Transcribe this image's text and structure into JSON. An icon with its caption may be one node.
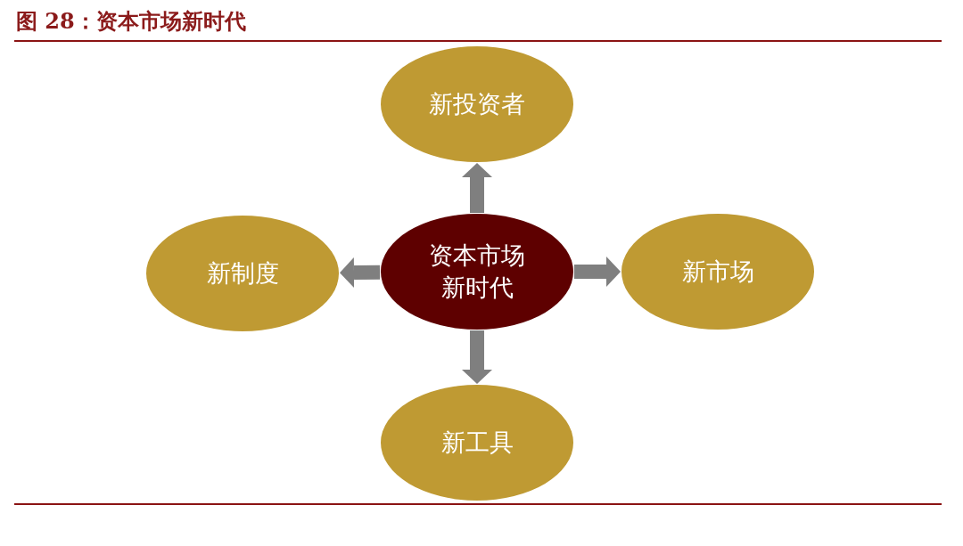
{
  "diagram": {
    "title": "图 28：资本市场新时代",
    "nodes": [
      {
        "text": [
          "新投资者"
        ]
      },
      {
        "text": [
          "新制度"
        ]
      },
      {
        "text": [
          "资本市场新时代"
        ]
      },
      {
        "text": [
          "新市场"
        ]
      },
      {
        "text": [
          "新工具"
        ]
      }
    ],
    "edges": [
      {
        "from": 2,
        "to": 0,
        "arrow": "to"
      },
      {
        "from": 2,
        "to": 1,
        "arrow": "to"
      },
      {
        "from": 2,
        "to": 3,
        "arrow": "to"
      },
      {
        "from": 2,
        "to": 4,
        "arrow": "to"
      }
    ]
  }
}
